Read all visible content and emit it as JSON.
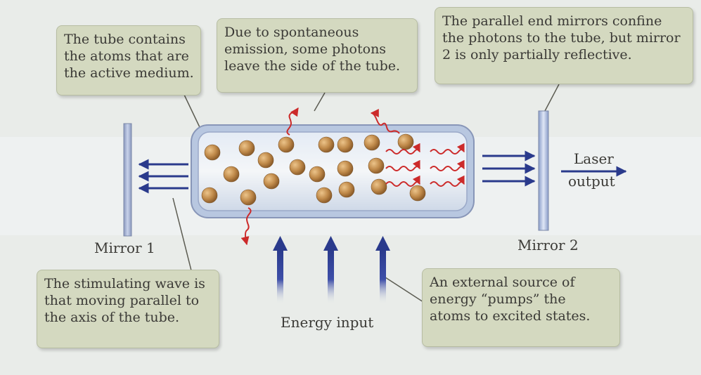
{
  "callouts": {
    "tube": [
      "The tube contains",
      "the atoms that are",
      "the active medium."
    ],
    "spontaneous": [
      "Due to spontaneous",
      "emission, some photons",
      "leave the side of the tube."
    ],
    "mirrors": [
      "The parallel end mirrors confine",
      "the photons to the tube, but mirror",
      "2 is only partially reflective."
    ],
    "stimulating": [
      "The stimulating wave is",
      "that moving parallel to",
      "the axis of the tube."
    ],
    "pump": [
      "An external source of",
      "energy “pumps” the",
      "atoms to excited states."
    ]
  },
  "labels": {
    "mirror1": "Mirror 1",
    "mirror2": "Mirror 2",
    "energy_input": "Energy input",
    "laser_output_line1": "Laser",
    "laser_output_line2": "output"
  },
  "colors": {
    "background": "#e9ece9",
    "callout_fill": "#d4d9c0",
    "atom": "#c08a4a",
    "photon": "#cc2a2a",
    "arrow": "#2a3a8c",
    "mirror": "#a9b6d4",
    "tube_glass": "#cdd8ea"
  }
}
